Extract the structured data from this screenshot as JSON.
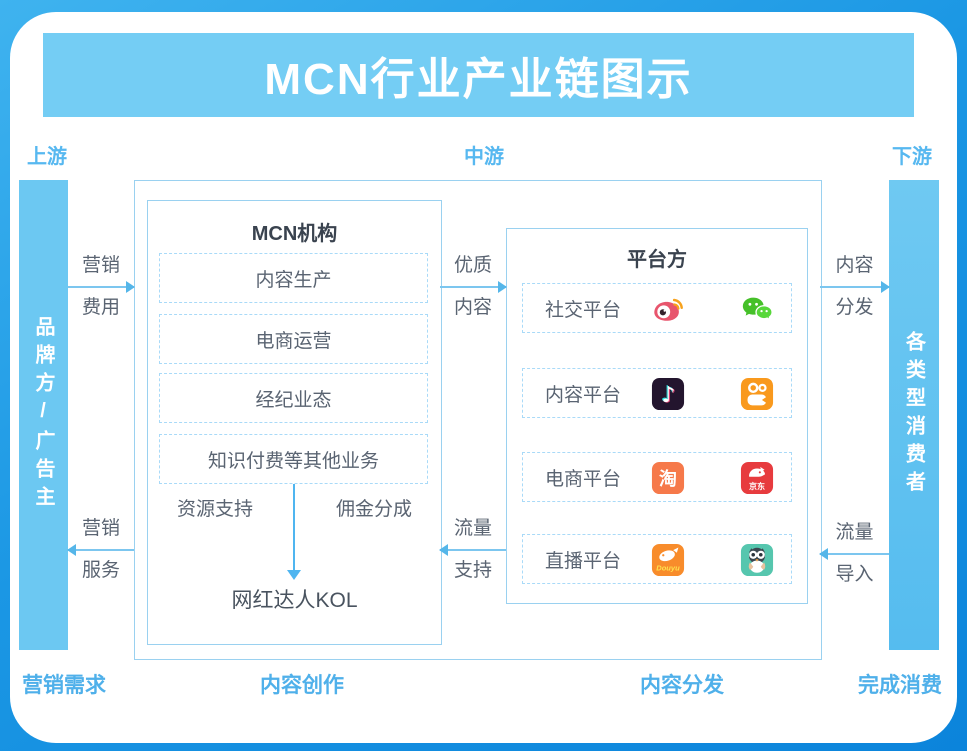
{
  "title": "MCN行业产业链图示",
  "section_labels": {
    "upstream": "上游",
    "midstream": "中游",
    "downstream": "下游"
  },
  "left_bar": "品牌方/广告主",
  "right_bar": "各类型消费者",
  "mcn": {
    "title": "MCN机构",
    "items": [
      "内容生产",
      "电商运营",
      "经纪业态",
      "知识付费等其他业务"
    ],
    "resource_support": "资源支持",
    "commission_share": "佣金分成",
    "kol": "网红达人KOL"
  },
  "platform": {
    "title": "平台方",
    "rows": [
      {
        "label": "社交平台",
        "icons": [
          "weibo-icon",
          "wechat-icon"
        ]
      },
      {
        "label": "内容平台",
        "icons": [
          "douyin-icon",
          "kuaishou-icon"
        ]
      },
      {
        "label": "电商平台",
        "icons": [
          "taobao-icon",
          "jd-icon"
        ]
      },
      {
        "label": "直播平台",
        "icons": [
          "douyu-icon",
          "owl-icon"
        ]
      }
    ]
  },
  "flows": {
    "marketing_fee": [
      "营销",
      "费用"
    ],
    "quality_content": [
      "优质",
      "内容"
    ],
    "content_distribution": [
      "内容",
      "分发"
    ],
    "traffic_import": [
      "流量",
      "导入"
    ],
    "traffic_support": [
      "流量",
      "支持"
    ],
    "marketing_service": [
      "营销",
      "服务"
    ]
  },
  "bottom_labels": {
    "marketing_demand": "营销需求",
    "content_creation": "内容创作",
    "content_distribution": "内容分发",
    "complete_consumption": "完成消费"
  },
  "icon_texts": {
    "taobao": "淘",
    "jd": "京东",
    "douyu": "Douyu"
  },
  "colors": {
    "page_bg_top": "#3FB3EF",
    "page_bg_bottom": "#0B84DB",
    "banner_bg": "#74CDF4",
    "bar_bg": "#6CC8F2",
    "section_label": "#57B8F0",
    "box_border": "#9AD1F0",
    "dashed_border": "#A9DAF8",
    "arrow_line": "#7CC6EF",
    "arrow_head": "#55B6E9",
    "dark_text": "#3A434F",
    "gray_text": "#5A6472",
    "weibo_red": "#E8556D",
    "wechat_green": "#45C029",
    "douyin_dark": "#23152E",
    "kuaishou_orange": "#F9991D",
    "taobao_orange": "#F6794A",
    "jd_red": "#E73B3E",
    "douyu_orange": "#F88C2B",
    "owl_teal": "#56C6AE"
  }
}
